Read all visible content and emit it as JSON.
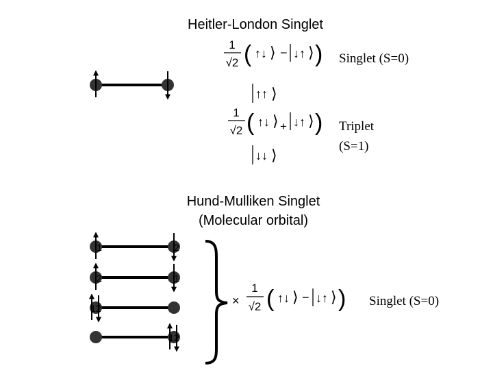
{
  "headings": {
    "heitler_london": "Heitler-London Singlet",
    "hund_mulliken": "Hund-Mulliken Singlet",
    "hund_mulliken_sub": "(Molecular orbital)"
  },
  "labels": {
    "singlet_top": "Singlet (S=0)",
    "triplet": "Triplet",
    "triplet_spin": "(S=1)",
    "singlet_bottom": "Singlet (S=0)"
  },
  "formula": {
    "coef_num": "1",
    "coef_den": "√2",
    "ket_ud": "↑↓",
    "ket_du": "↓↑",
    "ket_uu": "↑↑",
    "ket_dd": "↓↓",
    "minus": "−",
    "plus": "+",
    "times": "×"
  },
  "site_labels": {
    "row1_left": "1",
    "row1_right": "2",
    "row2_left": "2",
    "row2_right": "1",
    "row3_left": "12",
    "row4_right": "12"
  },
  "colors": {
    "ink": "#000000",
    "atom": "#333333"
  }
}
